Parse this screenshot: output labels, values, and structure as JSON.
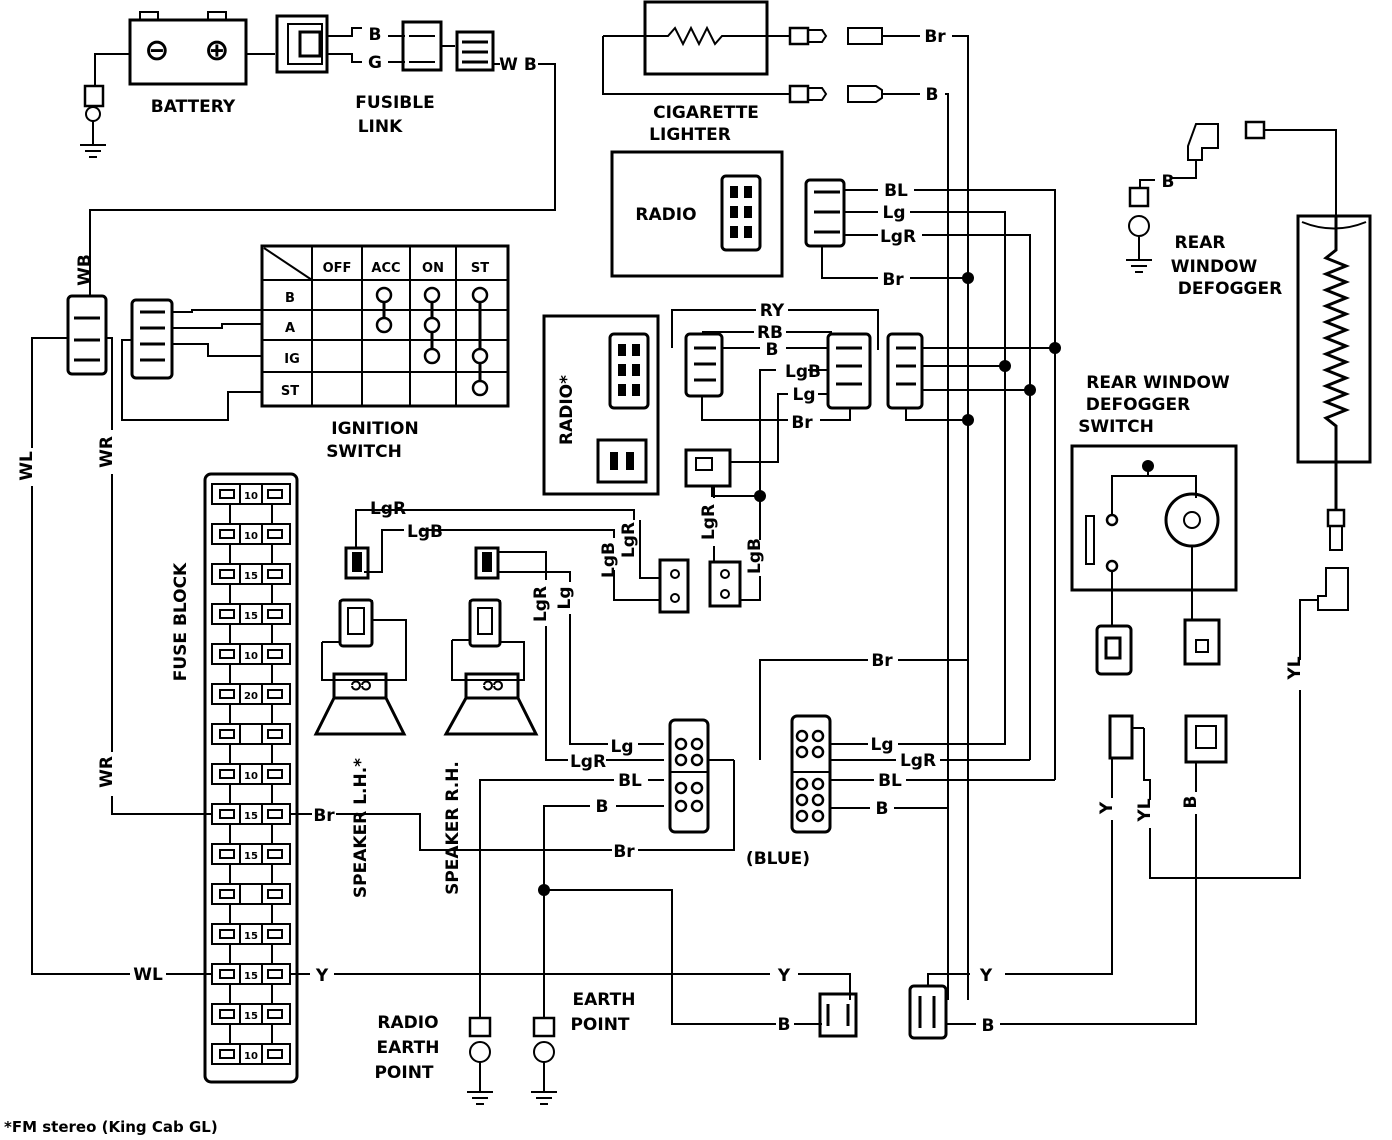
{
  "labels": {
    "battery": "BATTERY",
    "fusible_link_1": "FUSIBLE",
    "fusible_link_2": "LINK",
    "cigarette_lighter_1": "CIGARETTE",
    "cigarette_lighter_2": "LIGHTER",
    "radio": "RADIO",
    "radio_star": "RADIO*",
    "ignition_switch_1": "IGNITION",
    "ignition_switch_2": "SWITCH",
    "rear_window_defogger_1": "REAR",
    "rear_window_defogger_2": "WINDOW",
    "rear_window_defogger_3": "DEFOGGER",
    "defogger_switch_1": "REAR WINDOW",
    "defogger_switch_2": "DEFOGGER",
    "defogger_switch_3": "SWITCH",
    "fuse_block": "FUSE BLOCK",
    "speaker_lh": "SPEAKER L.H.*",
    "speaker_rh": "SPEAKER R.H.",
    "earth_point_1": "EARTH",
    "earth_point_2": "POINT",
    "radio_earth_1": "RADIO",
    "radio_earth_2": "EARTH",
    "radio_earth_3": "POINT",
    "blue": "(BLUE)",
    "battery_minus": "⊖",
    "battery_plus": "⊕"
  },
  "ignition_table": {
    "columns": [
      "OFF",
      "ACC",
      "ON",
      "ST"
    ],
    "rows": [
      "B",
      "A",
      "IG",
      "ST"
    ]
  },
  "fuses": [
    "10",
    "10",
    "15",
    "15",
    "10",
    "20",
    "",
    "10",
    "15",
    "15",
    "",
    "15",
    "15",
    "15",
    "10"
  ],
  "wires": {
    "B": "B",
    "G": "G",
    "WB_h": "W B",
    "WB_v": "WB",
    "Br": "Br",
    "BL": "BL",
    "Lg": "Lg",
    "LgR": "LgR",
    "LgB": "LgB",
    "RY": "RY",
    "RB": "RB",
    "WL": "WL",
    "WR": "WR",
    "Y": "Y",
    "YL": "YL"
  },
  "footnote": "*FM stereo (King Cab GL)"
}
